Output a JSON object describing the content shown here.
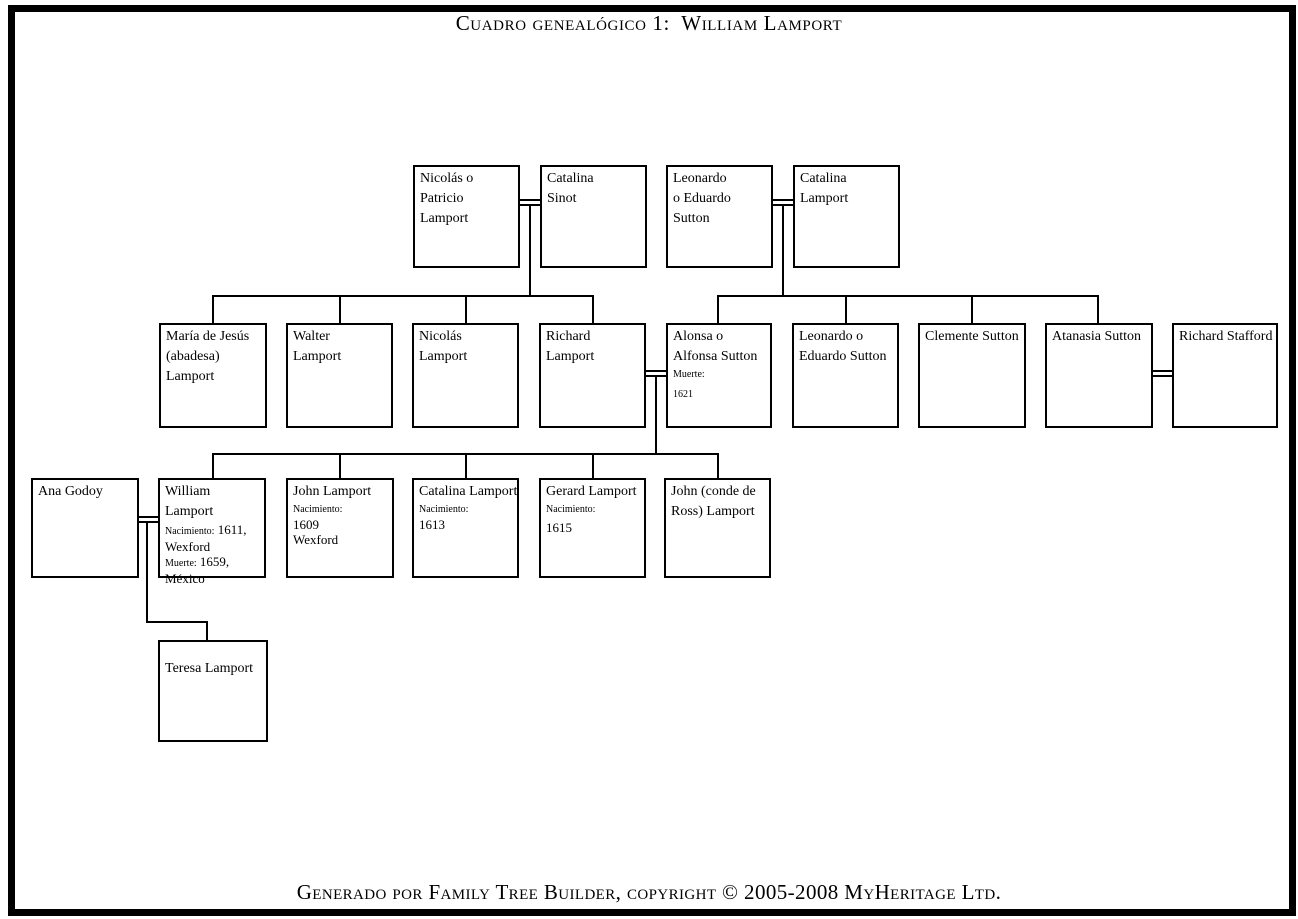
{
  "header": {
    "title": "Cuadro genealógico 1:  William Lamport"
  },
  "footer": {
    "credit": "Generado por Family Tree Builder, copyright © 2005-2008 MyHeritage Ltd."
  },
  "colors": {
    "ink": "#000000",
    "paper": "#ffffff"
  },
  "persons": {
    "nicolas_patricio": {
      "name_lines": [
        "Nicolás o",
        "Patricio",
        "Lamport"
      ]
    },
    "catalina_sinot": {
      "name_lines": [
        "Catalina",
        "Sinot"
      ]
    },
    "leonardo_eduardo_sr": {
      "name_lines": [
        "Leonardo",
        "o Eduardo",
        "Sutton"
      ]
    },
    "catalina_lamport_sr": {
      "name_lines": [
        "Catalina",
        "Lamport"
      ]
    },
    "maria_de_jesus": {
      "name_lines": [
        "María de Jesús",
        "(abadesa)",
        "Lamport"
      ]
    },
    "walter": {
      "name_lines": [
        "Walter",
        "Lamport"
      ]
    },
    "nicolas_jr": {
      "name_lines": [
        "Nicolás",
        "Lamport"
      ]
    },
    "richard_lamport": {
      "name_lines": [
        "Richard",
        "Lamport"
      ]
    },
    "alonsa": {
      "name_lines": [
        "Alonsa o",
        "Alfonsa Sutton"
      ],
      "death_label": "Muerte:",
      "death_value": "1621"
    },
    "leonardo_eduardo_jr": {
      "name_lines": [
        "Leonardo o",
        "Eduardo Sutton"
      ]
    },
    "clemente": {
      "name_lines": [
        "Clemente Sutton"
      ]
    },
    "atanasia": {
      "name_lines": [
        "Atanasia Sutton"
      ]
    },
    "richard_stafford": {
      "name_lines": [
        "Richard Stafford"
      ]
    },
    "ana_godoy": {
      "name_lines": [
        "Ana Godoy"
      ]
    },
    "william": {
      "name_lines": [
        "William",
        "Lamport"
      ],
      "birth_label": "Nacimiento:",
      "birth_value": "1611,",
      "birth_place": "Wexford",
      "death_label": "Muerte:",
      "death_value": "1659,",
      "death_place": "México"
    },
    "john": {
      "name_lines": [
        "John Lamport"
      ],
      "birth_label": "Nacimiento:",
      "birth_value": "1609",
      "birth_place": "Wexford"
    },
    "catalina_jr": {
      "name_lines": [
        "Catalina Lamport"
      ],
      "birth_label": "Nacimiento:",
      "birth_value": "1613"
    },
    "gerard": {
      "name_lines": [
        "Gerard Lamport"
      ],
      "birth_label": "Nacimiento:",
      "birth_value": "1615"
    },
    "john_conde": {
      "name_lines": [
        "John (conde de",
        "Ross) Lamport"
      ]
    },
    "teresa": {
      "name_lines": [
        "Teresa Lamport"
      ]
    }
  },
  "families": [
    {
      "parents": [
        "Nicolás o Patricio Lamport",
        "Catalina Sinot"
      ],
      "children": [
        "María de Jesús (abadesa) Lamport",
        "Walter Lamport",
        "Nicolás Lamport",
        "Richard Lamport"
      ]
    },
    {
      "parents": [
        "Leonardo o Eduardo Sutton",
        "Catalina Lamport"
      ],
      "children": [
        "Alonsa o Alfonsa Sutton",
        "Leonardo o Eduardo Sutton",
        "Clemente Sutton",
        "Atanasia Sutton"
      ]
    },
    {
      "parents": [
        "Richard Lamport",
        "Alonsa o Alfonsa Sutton"
      ],
      "children": [
        "William Lamport",
        "John Lamport",
        "Catalina Lamport",
        "Gerard Lamport",
        "John (conde de Ross) Lamport"
      ]
    },
    {
      "parents": [
        "Atanasia Sutton",
        "Richard Stafford"
      ],
      "children": []
    },
    {
      "parents": [
        "Ana Godoy",
        "William Lamport"
      ],
      "children": [
        "Teresa Lamport"
      ]
    }
  ]
}
